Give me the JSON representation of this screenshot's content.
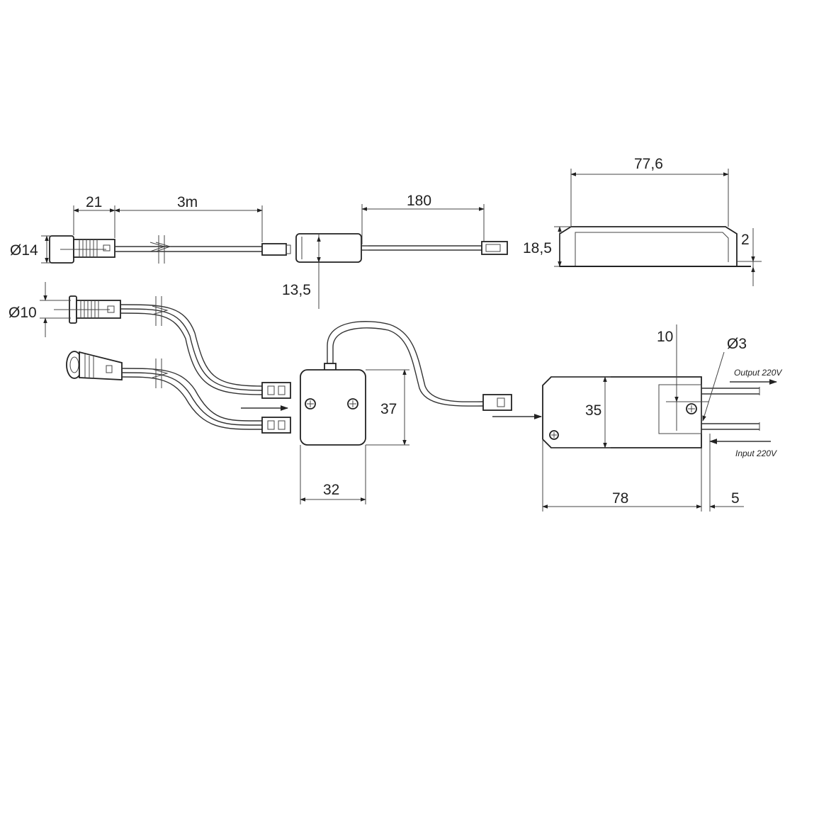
{
  "dimensions": {
    "d_21": "21",
    "d_3m": "3m",
    "d_180": "180",
    "d_77_6": "77,6",
    "d_o14": "Ø14",
    "d_18_5": "18,5",
    "d_2": "2",
    "d_13_5": "13,5",
    "d_o10": "Ø10",
    "d_37": "37",
    "d_32": "32",
    "d_10": "10",
    "d_o3": "Ø3",
    "d_35": "35",
    "d_78": "78",
    "d_5": "5"
  },
  "labels": {
    "output": "Output 220V",
    "input": "Input 220V"
  },
  "colors": {
    "line": "#222222",
    "background": "#ffffff"
  }
}
